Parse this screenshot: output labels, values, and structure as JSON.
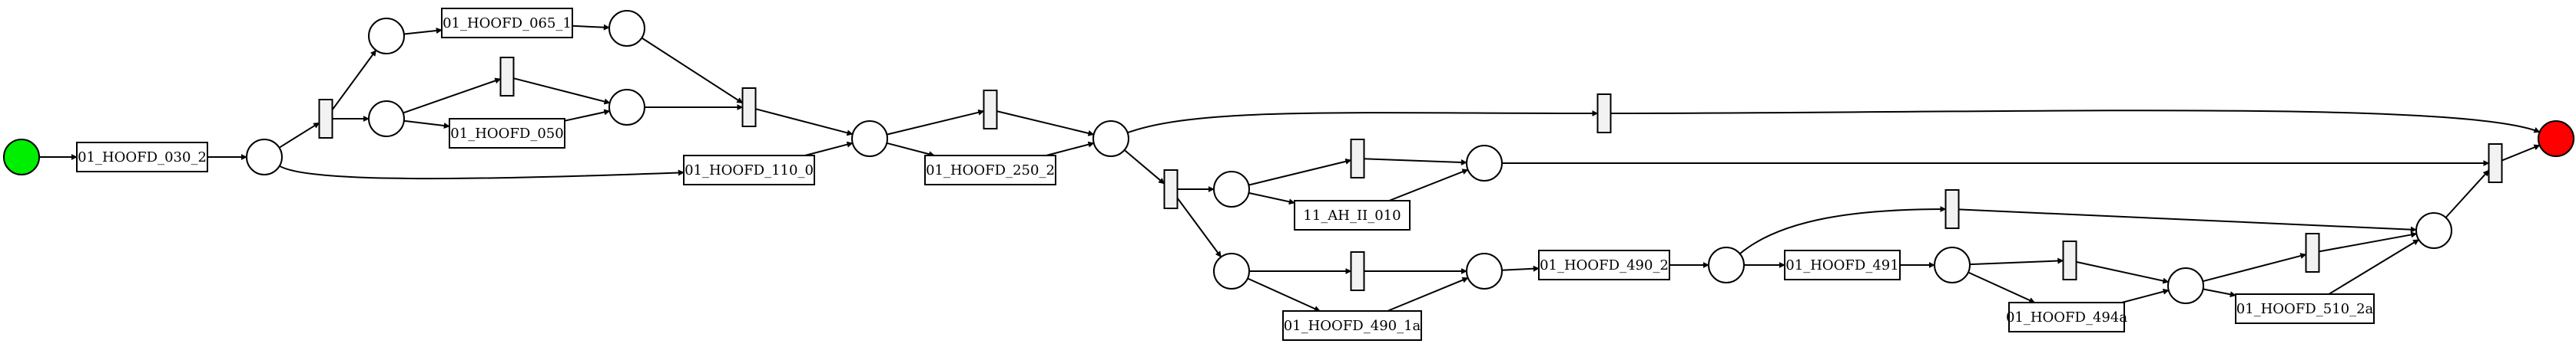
{
  "diagram": {
    "type": "petri-net",
    "colors": {
      "start": "#00ee00",
      "end": "#ff0000",
      "line": "#000000",
      "silent": "#f2f2f2"
    },
    "places": [
      {
        "id": "start",
        "role": "start"
      },
      {
        "id": "p1"
      },
      {
        "id": "p2"
      },
      {
        "id": "p3"
      },
      {
        "id": "p4"
      },
      {
        "id": "p5"
      },
      {
        "id": "p6"
      },
      {
        "id": "p7"
      },
      {
        "id": "p8"
      },
      {
        "id": "p9"
      },
      {
        "id": "p10"
      },
      {
        "id": "p11"
      },
      {
        "id": "p12"
      },
      {
        "id": "p13"
      },
      {
        "id": "p14"
      },
      {
        "id": "p15"
      },
      {
        "id": "end",
        "role": "end"
      }
    ],
    "transitions": [
      {
        "id": "t030",
        "label": "01_HOOFD_030_2"
      },
      {
        "id": "t065",
        "label": "01_HOOFD_065_1"
      },
      {
        "id": "t050",
        "label": "01_HOOFD_050"
      },
      {
        "id": "t110",
        "label": "01_HOOFD_110_0"
      },
      {
        "id": "t250",
        "label": "01_HOOFD_250_2"
      },
      {
        "id": "tAH",
        "label": "11_AH_II_010"
      },
      {
        "id": "t490_2",
        "label": "01_HOOFD_490_2"
      },
      {
        "id": "t491",
        "label": "01_HOOFD_491"
      },
      {
        "id": "t490_1a",
        "label": "01_HOOFD_490_1a"
      },
      {
        "id": "t494a",
        "label": "01_HOOFD_494a"
      },
      {
        "id": "t510",
        "label": "01_HOOFD_510_2a"
      },
      {
        "id": "s1",
        "label": ""
      },
      {
        "id": "s2",
        "label": ""
      },
      {
        "id": "s3",
        "label": ""
      },
      {
        "id": "s4",
        "label": ""
      },
      {
        "id": "s5",
        "label": ""
      },
      {
        "id": "s6",
        "label": ""
      },
      {
        "id": "s7",
        "label": ""
      },
      {
        "id": "s8",
        "label": ""
      },
      {
        "id": "s9",
        "label": ""
      },
      {
        "id": "s10",
        "label": ""
      },
      {
        "id": "s11",
        "label": ""
      },
      {
        "id": "s12",
        "label": ""
      }
    ],
    "arcs": [
      [
        "start",
        "t030"
      ],
      [
        "t030",
        "p1"
      ],
      [
        "p1",
        "s1"
      ],
      [
        "p1",
        "t110"
      ],
      [
        "s1",
        "p2"
      ],
      [
        "s1",
        "p3"
      ],
      [
        "p2",
        "t065"
      ],
      [
        "t065",
        "p4"
      ],
      [
        "p3",
        "s2"
      ],
      [
        "p3",
        "t050"
      ],
      [
        "s2",
        "p5"
      ],
      [
        "t050",
        "p5"
      ],
      [
        "p4",
        "s3"
      ],
      [
        "p5",
        "s3"
      ],
      [
        "s3",
        "p6"
      ],
      [
        "t110",
        "p6"
      ],
      [
        "p6",
        "s4"
      ],
      [
        "p6",
        "t250"
      ],
      [
        "s4",
        "p7"
      ],
      [
        "t250",
        "p7"
      ],
      [
        "p7",
        "s5"
      ],
      [
        "s5",
        "end"
      ],
      [
        "p7",
        "s6"
      ],
      [
        "s6",
        "p8"
      ],
      [
        "s6",
        "p9"
      ],
      [
        "p8",
        "s7"
      ],
      [
        "p8",
        "tAH"
      ],
      [
        "s7",
        "p10"
      ],
      [
        "tAH",
        "p10"
      ],
      [
        "p10",
        "s12"
      ],
      [
        "s12",
        "end"
      ],
      [
        "p9",
        "s8"
      ],
      [
        "p9",
        "t490_1a"
      ],
      [
        "s8",
        "p11"
      ],
      [
        "t490_1a",
        "p11"
      ],
      [
        "p11",
        "t490_2"
      ],
      [
        "t490_2",
        "p12"
      ],
      [
        "p12",
        "s9"
      ],
      [
        "p12",
        "t491"
      ],
      [
        "t491",
        "p13"
      ],
      [
        "p13",
        "s10"
      ],
      [
        "p13",
        "t494a"
      ],
      [
        "s10",
        "p14"
      ],
      [
        "t494a",
        "p14"
      ],
      [
        "p14",
        "s11"
      ],
      [
        "p14",
        "t510"
      ],
      [
        "s9",
        "p15"
      ],
      [
        "s11",
        "p15"
      ],
      [
        "t510",
        "p15"
      ],
      [
        "p15",
        "s12"
      ]
    ]
  }
}
